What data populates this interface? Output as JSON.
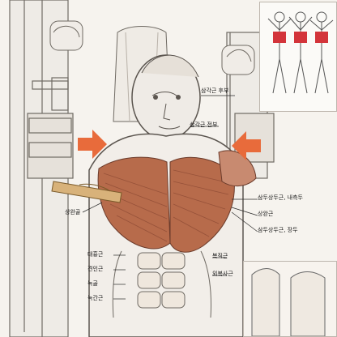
{
  "labels": {
    "upper_right_1": "삼각근 후부",
    "upper_right_2": "삼각근 전부",
    "chest_right_1": "삼두상두근, 내측두",
    "chest_right_2": "상완근",
    "chest_right_3": "삼두상두근, 장두",
    "left_arm": "상완골",
    "left_lower_1": "대흉근",
    "left_lower_2": "견인근",
    "left_lower_3": "늑골",
    "left_lower_4": "늑간근",
    "right_lower_1": "복직근",
    "right_lower_2": "외복사근"
  },
  "colors": {
    "muscle": "#b76b4b",
    "arrow": "#e86b3b",
    "inset_highlight": "#d3343a"
  },
  "icons": {
    "push_arrow": "arrow-right-icon",
    "push_arrow_back": "arrow-left-icon"
  }
}
